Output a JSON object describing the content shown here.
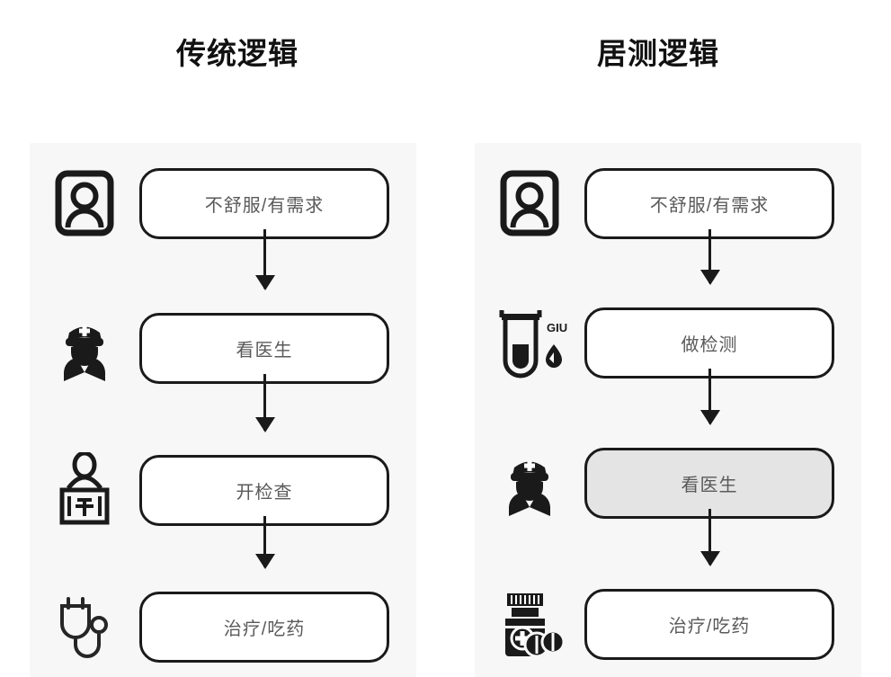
{
  "columns": [
    {
      "title": "传统逻辑",
      "steps": [
        {
          "icon": "person-in-frame-icon",
          "label": "不舒服/有需求",
          "highlighted": false
        },
        {
          "icon": "doctor-icon",
          "label": "看医生",
          "highlighted": false
        },
        {
          "icon": "medical-record-icon",
          "label": "开检查",
          "highlighted": false
        },
        {
          "icon": "stethoscope-icon",
          "label": "治疗/吃药",
          "highlighted": false
        }
      ]
    },
    {
      "title": "居测逻辑",
      "steps": [
        {
          "icon": "person-in-frame-icon",
          "label": "不舒服/有需求",
          "highlighted": false
        },
        {
          "icon": "test-tube-icon",
          "label": "做检测",
          "highlighted": false,
          "icon_text": "GIU"
        },
        {
          "icon": "doctor-icon",
          "label": "看医生",
          "highlighted": true
        },
        {
          "icon": "pill-bottle-icon",
          "label": "治疗/吃药",
          "highlighted": false
        }
      ]
    }
  ],
  "colors": {
    "panel_background": "#f7f7f7",
    "box_border": "#1a1a1a",
    "box_fill": "#ffffff",
    "box_fill_highlighted": "#e4e4e4",
    "box_text": "#5a5a5a",
    "title_text": "#111111",
    "icon": "#1a1a1a",
    "page_background": "#ffffff"
  }
}
